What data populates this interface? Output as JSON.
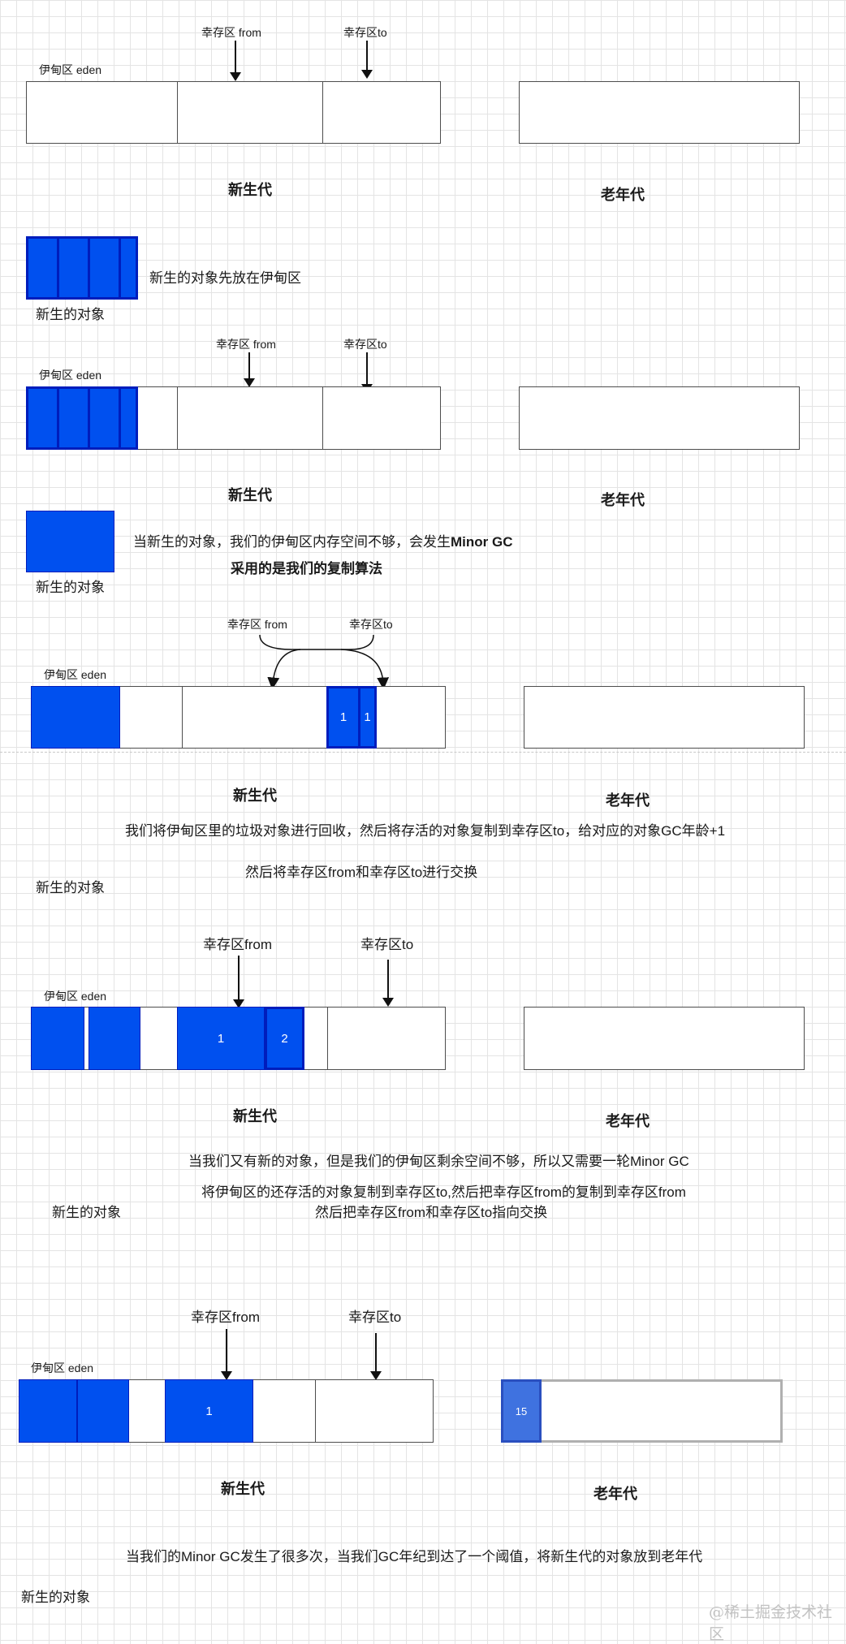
{
  "labels": {
    "eden": "伊甸区 eden",
    "from_spaced": "幸存区 from",
    "from": "幸存区from",
    "to": "幸存区to",
    "young_gen": "新生代",
    "old_gen": "老年代",
    "new_object": "新生的对象"
  },
  "step1": {
    "note": "新生的对象先放在伊甸区"
  },
  "step2": {
    "note_prefix": "当新生的对象，我们的伊甸区内存空间不够，会发生",
    "note_bold": "Minor GC",
    "algorithm": "采用的是我们的复制算法"
  },
  "step3": {
    "obj_age_a": "1",
    "obj_age_b": "1",
    "note1": "我们将伊甸区里的垃圾对象进行回收，然后将存活的对象复制到幸存区to，给对应的对象GC年龄+1",
    "note2": "然后将幸存区from和幸存区to进行交换"
  },
  "step4": {
    "obj_age_a": "1",
    "obj_age_b": "2",
    "note1": "当我们又有新的对象，但是我们的伊甸区剩余空间不够，所以又需要一轮Minor GC",
    "note2": "将伊甸区的还存活的对象复制到幸存区to,然后把幸存区from的复制到幸存区from",
    "note3": "然后把幸存区from和幸存区to指向交换"
  },
  "step5": {
    "obj_age": "1",
    "old_obj_age": "15",
    "note": "当我们的Minor GC发生了很多次，当我们GC年纪到达了一个阈值，将新生代的对象放到老年代"
  },
  "watermark": "@稀土掘金技术社区",
  "colors": {
    "object_fill": "#0050ef",
    "object_stroke": "#001dbc",
    "old_object_fill": "#3f72e0"
  }
}
